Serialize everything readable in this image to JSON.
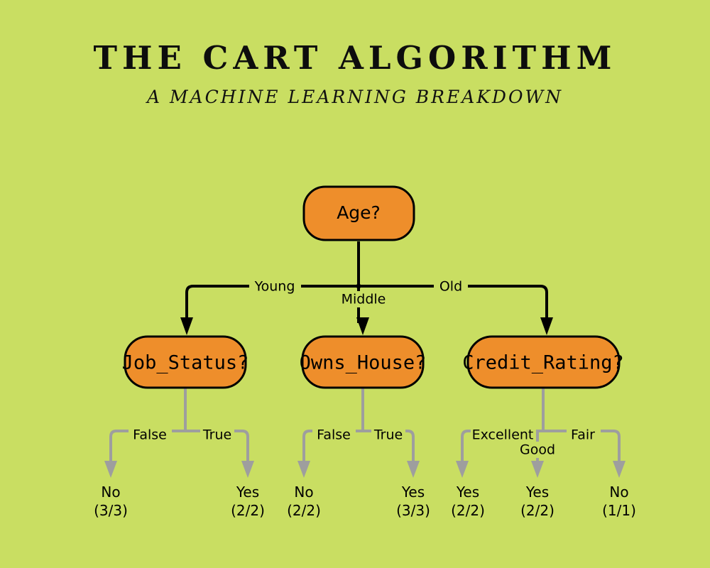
{
  "header": {
    "title": "THE CART ALGORITHM",
    "subtitle": "A MACHINE LEARNING BREAKDOWN"
  },
  "colors": {
    "background": "#c9de62",
    "node_fill": "#ee8e2b",
    "node_stroke": "#000000",
    "edge_primary": "#000000",
    "edge_secondary": "#9e9e9e",
    "text": "#000000"
  },
  "chart_data": {
    "type": "diagram",
    "title": "THE CART ALGORITHM",
    "subtitle": "A MACHINE LEARNING BREAKDOWN",
    "diagram_kind": "decision-tree",
    "root": {
      "id": "root",
      "label": "Age?",
      "type": "decision"
    },
    "decision_nodes": [
      {
        "id": "job_status",
        "label": "Job_Status?",
        "type": "decision",
        "parent": "root",
        "branch": "Young"
      },
      {
        "id": "owns_house",
        "label": "Owns_House?",
        "type": "decision",
        "parent": "root",
        "branch": "Middle"
      },
      {
        "id": "credit_rating",
        "label": "Credit_Rating?",
        "type": "decision",
        "parent": "root",
        "branch": "Old"
      }
    ],
    "edges": [
      {
        "from": "root",
        "to": "job_status",
        "label": "Young"
      },
      {
        "from": "root",
        "to": "owns_house",
        "label": "Middle"
      },
      {
        "from": "root",
        "to": "credit_rating",
        "label": "Old"
      },
      {
        "from": "job_status",
        "to": "leaf_1",
        "label": "False"
      },
      {
        "from": "job_status",
        "to": "leaf_2",
        "label": "True"
      },
      {
        "from": "owns_house",
        "to": "leaf_3",
        "label": "False"
      },
      {
        "from": "owns_house",
        "to": "leaf_4",
        "label": "True"
      },
      {
        "from": "credit_rating",
        "to": "leaf_5",
        "label": "Excellent"
      },
      {
        "from": "credit_rating",
        "to": "leaf_6",
        "label": "Good"
      },
      {
        "from": "credit_rating",
        "to": "leaf_7",
        "label": "Fair"
      }
    ],
    "leaves": [
      {
        "id": "leaf_1",
        "class": "No",
        "counts": "(3/3)",
        "parent": "job_status",
        "branch": "False"
      },
      {
        "id": "leaf_2",
        "class": "Yes",
        "counts": "(2/2)",
        "parent": "job_status",
        "branch": "True"
      },
      {
        "id": "leaf_3",
        "class": "No",
        "counts": "(2/2)",
        "parent": "owns_house",
        "branch": "False"
      },
      {
        "id": "leaf_4",
        "class": "Yes",
        "counts": "(3/3)",
        "parent": "owns_house",
        "branch": "True"
      },
      {
        "id": "leaf_5",
        "class": "Yes",
        "counts": "(2/2)",
        "parent": "credit_rating",
        "branch": "Excellent"
      },
      {
        "id": "leaf_6",
        "class": "Yes",
        "counts": "(2/2)",
        "parent": "credit_rating",
        "branch": "Good"
      },
      {
        "id": "leaf_7",
        "class": "No",
        "counts": "(1/1)",
        "parent": "credit_rating",
        "branch": "Fair"
      }
    ]
  },
  "nodes": {
    "root": {
      "label": "Age?"
    },
    "job_status": {
      "label": "Job_Status?"
    },
    "owns_house": {
      "label": "Owns_House?"
    },
    "credit_rating": {
      "label": "Credit_Rating?"
    }
  },
  "edge_labels": {
    "young": "Young",
    "middle": "Middle",
    "old": "Old",
    "js_false": "False",
    "js_true": "True",
    "oh_false": "False",
    "oh_true": "True",
    "cr_excellent": "Excellent",
    "cr_good": "Good",
    "cr_fair": "Fair"
  },
  "leaf_labels": {
    "l1_class": "No",
    "l1_counts": "(3/3)",
    "l2_class": "Yes",
    "l2_counts": "(2/2)",
    "l3_class": "No",
    "l3_counts": "(2/2)",
    "l4_class": "Yes",
    "l4_counts": "(3/3)",
    "l5_class": "Yes",
    "l5_counts": "(2/2)",
    "l6_class": "Yes",
    "l6_counts": "(2/2)",
    "l7_class": "No",
    "l7_counts": "(1/1)"
  }
}
